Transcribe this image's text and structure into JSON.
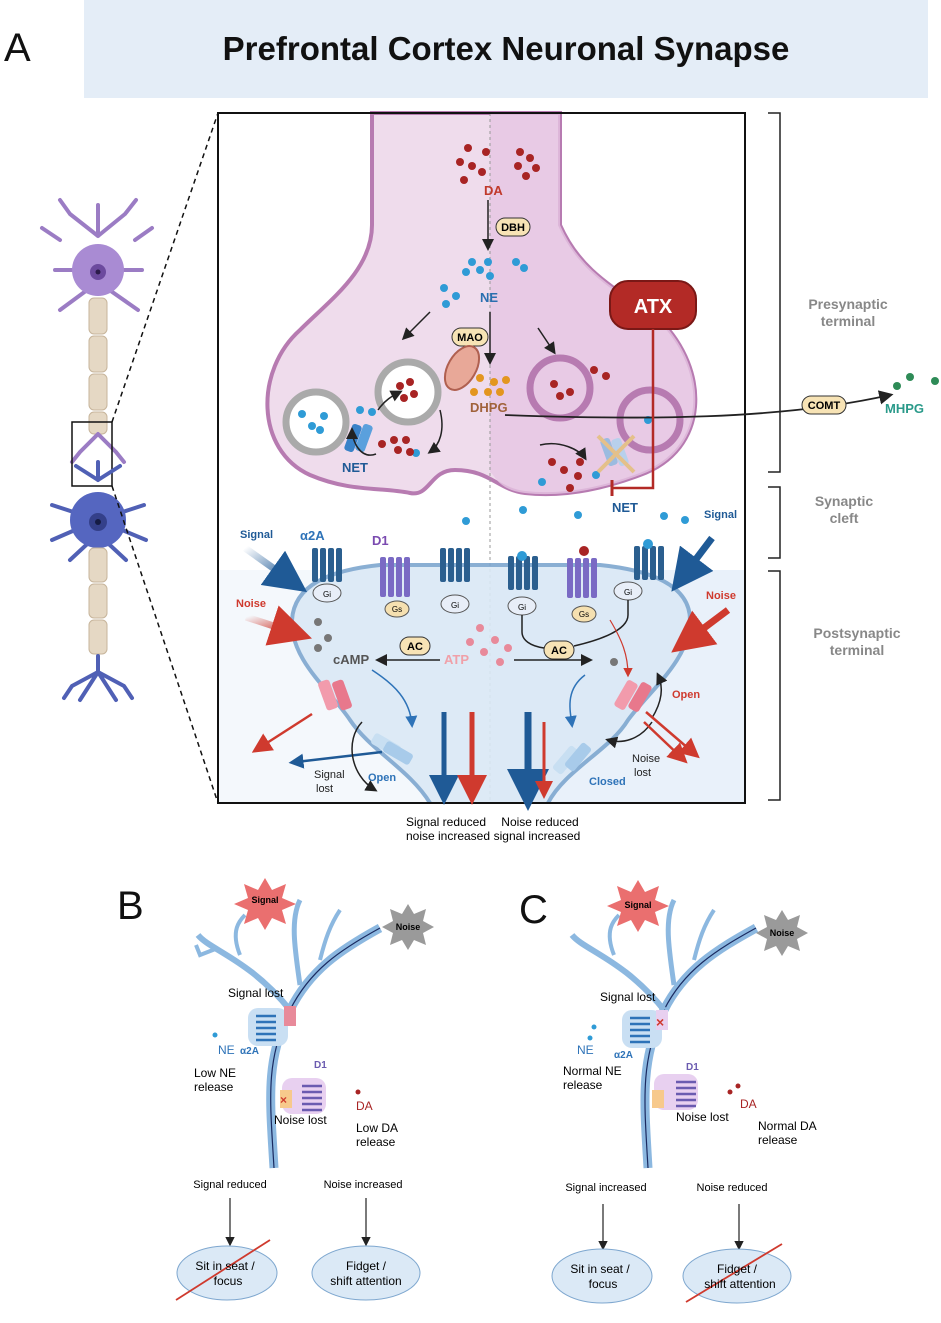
{
  "panels": {
    "a": "A",
    "b": "B",
    "c": "C"
  },
  "title": "Prefrontal Cortex Neuronal Synapse",
  "regions": {
    "presynaptic": [
      "Presynaptic",
      "terminal"
    ],
    "cleft": [
      "Synaptic",
      "cleft"
    ],
    "postsynaptic": [
      "Postsynaptic",
      "terminal"
    ]
  },
  "labels": {
    "da": "DA",
    "dbh": "DBH",
    "ne": "NE",
    "mao": "MAO",
    "dhpg": "DHPG",
    "atx": "ATX",
    "comt": "COMT",
    "mhpg": "MHPG",
    "net": "NET",
    "signal": "Signal",
    "noise": "Noise",
    "a2a": "α2A",
    "d1": "D1",
    "gi": "Gi",
    "gs": "Gs",
    "ac": "AC",
    "camp": "cAMP",
    "atp": "ATP",
    "open": "Open",
    "closed": "Closed",
    "signal_lost": [
      "Signal",
      "lost"
    ],
    "noise_lost": [
      "Noise",
      "lost"
    ]
  },
  "bottom_left": [
    "Signal reduced",
    "noise increased"
  ],
  "bottom_right": [
    "Noise reduced",
    "signal increased"
  ],
  "panel_b": {
    "signal": "Signal",
    "noise": "Noise",
    "signal_lost": "Signal lost",
    "ne": "NE",
    "a2a": "α2A",
    "d1": "D1",
    "ne_release": [
      "Low NE",
      "release"
    ],
    "noise_lost": "Noise lost",
    "da": "DA",
    "da_release": [
      "Low DA",
      "release"
    ],
    "out_left": "Signal reduced",
    "out_right": "Noise increased",
    "ellipse_left": [
      "Sit in seat /",
      "focus"
    ],
    "ellipse_right": [
      "Fidget /",
      "shift attention"
    ]
  },
  "panel_c": {
    "signal": "Signal",
    "noise": "Noise",
    "signal_lost": "Signal lost",
    "ne": "NE",
    "a2a": "α2A",
    "d1": "D1",
    "ne_release": [
      "Normal NE",
      "release"
    ],
    "noise_lost": "Noise lost",
    "da": "DA",
    "da_release": [
      "Normal DA",
      "release"
    ],
    "out_left": "Signal increased",
    "out_right": "Noise reduced",
    "ellipse_left": [
      "Sit in seat /",
      "focus"
    ],
    "ellipse_right": [
      "Fidget /",
      "shift attention"
    ]
  },
  "colors": {
    "signal_blue": "#1f5a96",
    "noise_red": "#cf3a2e",
    "da_red": "#a82424",
    "ne_blue": "#2f9bd6",
    "atx_red": "#b32a26",
    "title_bg": "#e4edf7",
    "pre_pink": "#ecd5ea",
    "post_blue": "#dbe9f6",
    "mhpg_teal": "#2a9a8a"
  }
}
